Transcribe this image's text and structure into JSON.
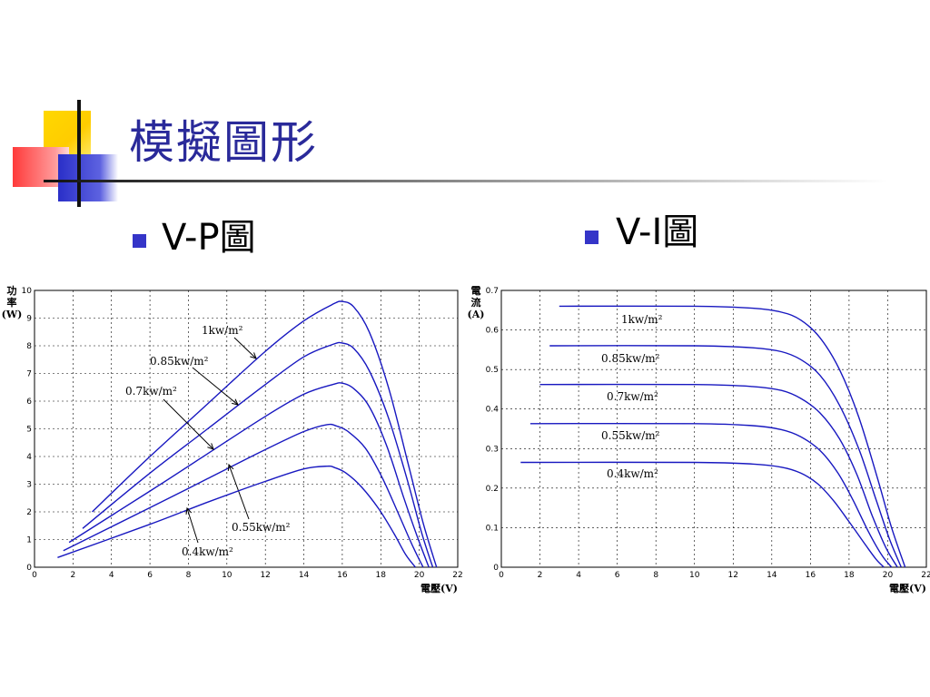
{
  "slide": {
    "title": "模擬圖形",
    "bullets": [
      {
        "label": "V-P圖"
      },
      {
        "label": "V-I圖"
      }
    ]
  },
  "colors": {
    "accent": "#2a2a9a",
    "bullet": "#3535c8",
    "curve": "#1818c0"
  },
  "chart_data": [
    {
      "type": "line",
      "title": "",
      "xlabel": "電壓(V)",
      "ylabel": "功率(W)",
      "xlim": [
        0,
        22
      ],
      "ylim": [
        0,
        10
      ],
      "xticks": [
        0,
        2,
        4,
        6,
        8,
        10,
        12,
        14,
        16,
        18,
        20,
        22
      ],
      "yticks": [
        0,
        1,
        2,
        3,
        4,
        5,
        6,
        7,
        8,
        9,
        10
      ],
      "grid": true,
      "series": [
        {
          "name": "1kw/m²",
          "label_text": "1kw/m²",
          "x": [
            3.0,
            6.0,
            9.0,
            12.0,
            14.0,
            15.5,
            16.0,
            16.6,
            17.4,
            18.4,
            19.4,
            20.2,
            20.9
          ],
          "y": [
            2.0,
            4.0,
            5.9,
            7.8,
            8.9,
            9.5,
            9.6,
            9.4,
            8.5,
            6.5,
            3.8,
            1.6,
            0
          ]
        },
        {
          "name": "0.85kw/m²",
          "label_text": "0.85kw/m²",
          "x": [
            2.5,
            6.0,
            9.0,
            12.0,
            14.0,
            15.5,
            16.0,
            16.6,
            17.4,
            18.4,
            19.4,
            20.1,
            20.7
          ],
          "y": [
            1.4,
            3.4,
            5.0,
            6.6,
            7.6,
            8.05,
            8.1,
            7.9,
            7.1,
            5.4,
            3.1,
            1.3,
            0
          ]
        },
        {
          "name": "0.7kw/m²",
          "label_text": "0.7kw/m²",
          "x": [
            1.8,
            6.0,
            9.0,
            12.0,
            14.0,
            15.5,
            16.0,
            16.6,
            17.4,
            18.3,
            19.2,
            19.9,
            20.5
          ],
          "y": [
            0.9,
            2.75,
            4.1,
            5.45,
            6.25,
            6.6,
            6.65,
            6.45,
            5.8,
            4.4,
            2.5,
            1.1,
            0
          ]
        },
        {
          "name": "0.55kw/m²",
          "label_text": "0.55kw/m²",
          "x": [
            1.5,
            6.0,
            9.0,
            12.0,
            14.0,
            15.2,
            15.7,
            16.3,
            17.2,
            18.1,
            19.0,
            19.7,
            20.2
          ],
          "y": [
            0.6,
            2.15,
            3.2,
            4.25,
            4.9,
            5.15,
            5.1,
            4.9,
            4.3,
            3.2,
            1.8,
            0.7,
            0
          ]
        },
        {
          "name": "0.4kw/m²",
          "label_text": "0.4kw/m²",
          "x": [
            1.2,
            6.0,
            9.0,
            12.0,
            14.0,
            15.2,
            15.6,
            16.2,
            17.0,
            17.9,
            18.7,
            19.3,
            19.8
          ],
          "y": [
            0.35,
            1.55,
            2.35,
            3.1,
            3.55,
            3.65,
            3.6,
            3.4,
            2.9,
            2.1,
            1.2,
            0.45,
            0
          ]
        }
      ]
    },
    {
      "type": "line",
      "title": "",
      "xlabel": "電壓(V)",
      "ylabel": "電流(A)",
      "xlim": [
        0,
        22
      ],
      "ylim": [
        0,
        0.7
      ],
      "xticks": [
        0,
        2,
        4,
        6,
        8,
        10,
        12,
        14,
        16,
        18,
        20,
        22
      ],
      "yticks": [
        0,
        0.1,
        0.2,
        0.3,
        0.4,
        0.5,
        0.6,
        0.7
      ],
      "grid": true,
      "series": [
        {
          "name": "1kw/m²",
          "label_text": "1kw/m²",
          "x": [
            3.0,
            10.0,
            13.0,
            14.5,
            15.5,
            16.5,
            17.5,
            18.5,
            19.5,
            20.2,
            20.9
          ],
          "y": [
            0.66,
            0.66,
            0.655,
            0.645,
            0.625,
            0.58,
            0.5,
            0.38,
            0.22,
            0.1,
            0
          ]
        },
        {
          "name": "0.85kw/m²",
          "label_text": "0.85kw/m²",
          "x": [
            2.5,
            10.0,
            13.0,
            14.5,
            15.5,
            16.5,
            17.5,
            18.5,
            19.4,
            20.1,
            20.7
          ],
          "y": [
            0.56,
            0.56,
            0.555,
            0.545,
            0.525,
            0.485,
            0.41,
            0.3,
            0.17,
            0.07,
            0
          ]
        },
        {
          "name": "0.7kw/m²",
          "label_text": "0.7kw/m²",
          "x": [
            2.0,
            10.0,
            13.0,
            14.5,
            15.5,
            16.5,
            17.5,
            18.4,
            19.2,
            19.9,
            20.5
          ],
          "y": [
            0.462,
            0.462,
            0.457,
            0.447,
            0.427,
            0.39,
            0.325,
            0.235,
            0.13,
            0.05,
            0
          ]
        },
        {
          "name": "0.55kw/m²",
          "label_text": "0.55kw/m²",
          "x": [
            1.5,
            10.0,
            13.0,
            14.5,
            15.5,
            16.5,
            17.4,
            18.2,
            19.0,
            19.7,
            20.2
          ],
          "y": [
            0.363,
            0.363,
            0.358,
            0.348,
            0.33,
            0.295,
            0.24,
            0.17,
            0.09,
            0.03,
            0
          ]
        },
        {
          "name": "0.4kw/m²",
          "label_text": "0.4kw/m²",
          "x": [
            1.0,
            10.0,
            13.0,
            14.5,
            15.5,
            16.4,
            17.2,
            18.0,
            18.8,
            19.4,
            19.8
          ],
          "y": [
            0.265,
            0.265,
            0.261,
            0.253,
            0.238,
            0.21,
            0.168,
            0.115,
            0.06,
            0.02,
            0
          ]
        }
      ]
    }
  ]
}
